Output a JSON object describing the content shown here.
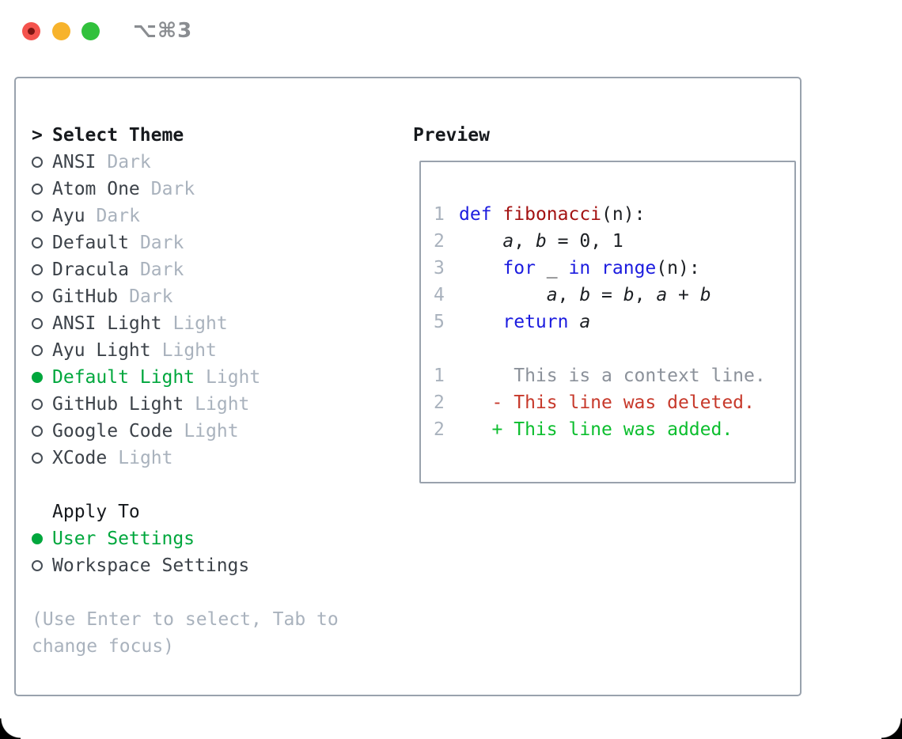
{
  "titlebar": {
    "title": "⌥⌘3"
  },
  "panel": {
    "theme_list": {
      "header_prefix": ">",
      "header": "Select Theme",
      "items": [
        {
          "name": "ANSI",
          "variant": "Dark",
          "selected": false
        },
        {
          "name": "Atom One",
          "variant": "Dark",
          "selected": false
        },
        {
          "name": "Ayu",
          "variant": "Dark",
          "selected": false
        },
        {
          "name": "Default",
          "variant": "Dark",
          "selected": false
        },
        {
          "name": "Dracula",
          "variant": "Dark",
          "selected": false
        },
        {
          "name": "GitHub",
          "variant": "Dark",
          "selected": false
        },
        {
          "name": "ANSI Light",
          "variant": "Light",
          "selected": false
        },
        {
          "name": "Ayu Light",
          "variant": "Light",
          "selected": false
        },
        {
          "name": "Default Light",
          "variant": "Light",
          "selected": true
        },
        {
          "name": "GitHub Light",
          "variant": "Light",
          "selected": false
        },
        {
          "name": "Google Code",
          "variant": "Light",
          "selected": false
        },
        {
          "name": "XCode",
          "variant": "Light",
          "selected": false
        }
      ]
    },
    "apply_to": {
      "header": "Apply To",
      "options": [
        {
          "label": "User Settings",
          "selected": true
        },
        {
          "label": "Workspace Settings",
          "selected": false
        }
      ]
    },
    "hint_lines": [
      "(Use Enter to select, Tab to",
      "change focus)"
    ],
    "preview": {
      "title": "Preview",
      "code_lines": [
        {
          "num": "1",
          "tokens": [
            {
              "c": "kw",
              "t": "def"
            },
            {
              "c": "pl",
              "t": " "
            },
            {
              "c": "fn",
              "t": "fibonacci"
            },
            {
              "c": "pl",
              "t": "(n):"
            }
          ]
        },
        {
          "num": "2",
          "tokens": [
            {
              "c": "pl",
              "t": "    "
            },
            {
              "c": "var",
              "t": "a"
            },
            {
              "c": "pl",
              "t": ", "
            },
            {
              "c": "var",
              "t": "b"
            },
            {
              "c": "pl",
              "t": " = "
            },
            {
              "c": "num",
              "t": "0"
            },
            {
              "c": "pl",
              "t": ", "
            },
            {
              "c": "num",
              "t": "1"
            }
          ]
        },
        {
          "num": "3",
          "tokens": [
            {
              "c": "pl",
              "t": "    "
            },
            {
              "c": "kw",
              "t": "for"
            },
            {
              "c": "pl",
              "t": " _ "
            },
            {
              "c": "kw",
              "t": "in"
            },
            {
              "c": "pl",
              "t": " "
            },
            {
              "c": "kw",
              "t": "range"
            },
            {
              "c": "pl",
              "t": "(n):"
            }
          ]
        },
        {
          "num": "4",
          "tokens": [
            {
              "c": "pl",
              "t": "        "
            },
            {
              "c": "var",
              "t": "a"
            },
            {
              "c": "pl",
              "t": ", "
            },
            {
              "c": "var",
              "t": "b"
            },
            {
              "c": "pl",
              "t": " = "
            },
            {
              "c": "var",
              "t": "b"
            },
            {
              "c": "pl",
              "t": ", "
            },
            {
              "c": "var",
              "t": "a"
            },
            {
              "c": "pl",
              "t": " + "
            },
            {
              "c": "var",
              "t": "b"
            }
          ]
        },
        {
          "num": "5",
          "tokens": [
            {
              "c": "pl",
              "t": "    "
            },
            {
              "c": "kw",
              "t": "return"
            },
            {
              "c": "pl",
              "t": " "
            },
            {
              "c": "var",
              "t": "a"
            }
          ]
        }
      ],
      "diff_lines": [
        {
          "num": "1",
          "tokens": [
            {
              "c": "ctx",
              "t": "     This is a context line."
            }
          ]
        },
        {
          "num": "2",
          "tokens": [
            {
              "c": "del",
              "t": "   - This line was deleted."
            }
          ]
        },
        {
          "num": "2",
          "tokens": [
            {
              "c": "add",
              "t": "   + This line was added."
            }
          ]
        }
      ]
    }
  },
  "colors": {
    "ink": "#16191d",
    "item": "#3c4249",
    "code_ink": "#1c1f23",
    "muted": "#a9b2bd",
    "green": "#00a73d",
    "kw": "#1c1cdf",
    "fn": "#a31212",
    "del": "#c7392b",
    "add": "#0cbe2e",
    "ctx": "#8b919a",
    "ln": "#a9b2bd",
    "border": "#99a2ad",
    "title_gray": "#8a8d91",
    "tl_red": "#f4534d",
    "tl_red_dot": "#7c1512",
    "tl_yellow": "#f7b32c",
    "tl_green": "#31c13c"
  }
}
